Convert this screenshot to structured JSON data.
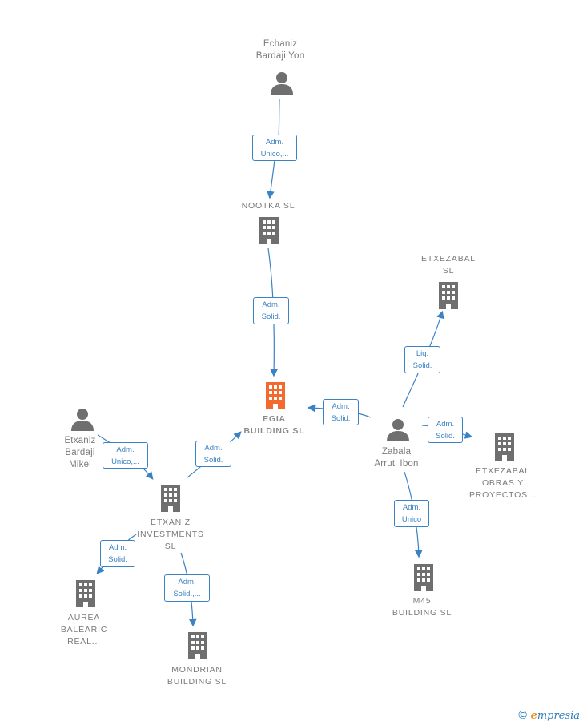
{
  "nodes": {
    "echaniz": {
      "label": "Echaniz\nBardaji Yon",
      "type": "person"
    },
    "nootka": {
      "label": "NOOTKA  SL",
      "type": "company"
    },
    "egia": {
      "label": "EGIA\nBUILDING  SL",
      "type": "company-focus"
    },
    "etxezabal": {
      "label": "ETXEZABAL\nSL",
      "type": "company"
    },
    "zabala": {
      "label": "Zabala\nArruti Ibon",
      "type": "person"
    },
    "etxezabal_obras": {
      "label": "ETXEZABAL\nOBRAS Y\nPROYECTOS...",
      "type": "company"
    },
    "m45": {
      "label": "M45\nBUILDING  SL",
      "type": "company"
    },
    "etxaniz_mikel": {
      "label": "Etxaniz\nBardaji\nMikel",
      "type": "person"
    },
    "etxaniz_inv": {
      "label": "ETXANIZ\nINVESTMENTS\nSL",
      "type": "company"
    },
    "aurea": {
      "label": "AUREA\nBALEARIC\nREAL...",
      "type": "company"
    },
    "mondrian": {
      "label": "MONDRIAN\nBUILDING  SL",
      "type": "company"
    }
  },
  "edges": {
    "echaniz_nootka": "Adm.\nUnico,...",
    "nootka_egia": "Adm.\nSolid.",
    "zabala_egia": "Adm.\nSolid.",
    "zabala_etxezabal": "Liq.\nSolid.",
    "zabala_obras": "Adm.\nSolid.",
    "zabala_m45": "Adm.\nUnico",
    "mikel_inv": "Adm.\nUnico,...",
    "inv_egia": "Adm.\nSolid.",
    "inv_aurea": "Adm.\nSolid.",
    "inv_mondrian": "Adm.\nSolid.,..."
  },
  "colors": {
    "edge": "#3b82c4",
    "icon": "#6f6f6f",
    "focus_icon": "#f26a2e"
  },
  "icons": {
    "person": "person-icon",
    "company": "building-icon",
    "focus": "building-icon"
  },
  "footer": {
    "copyright": "©",
    "brand_initial": "e",
    "brand_rest": "mpresia"
  }
}
